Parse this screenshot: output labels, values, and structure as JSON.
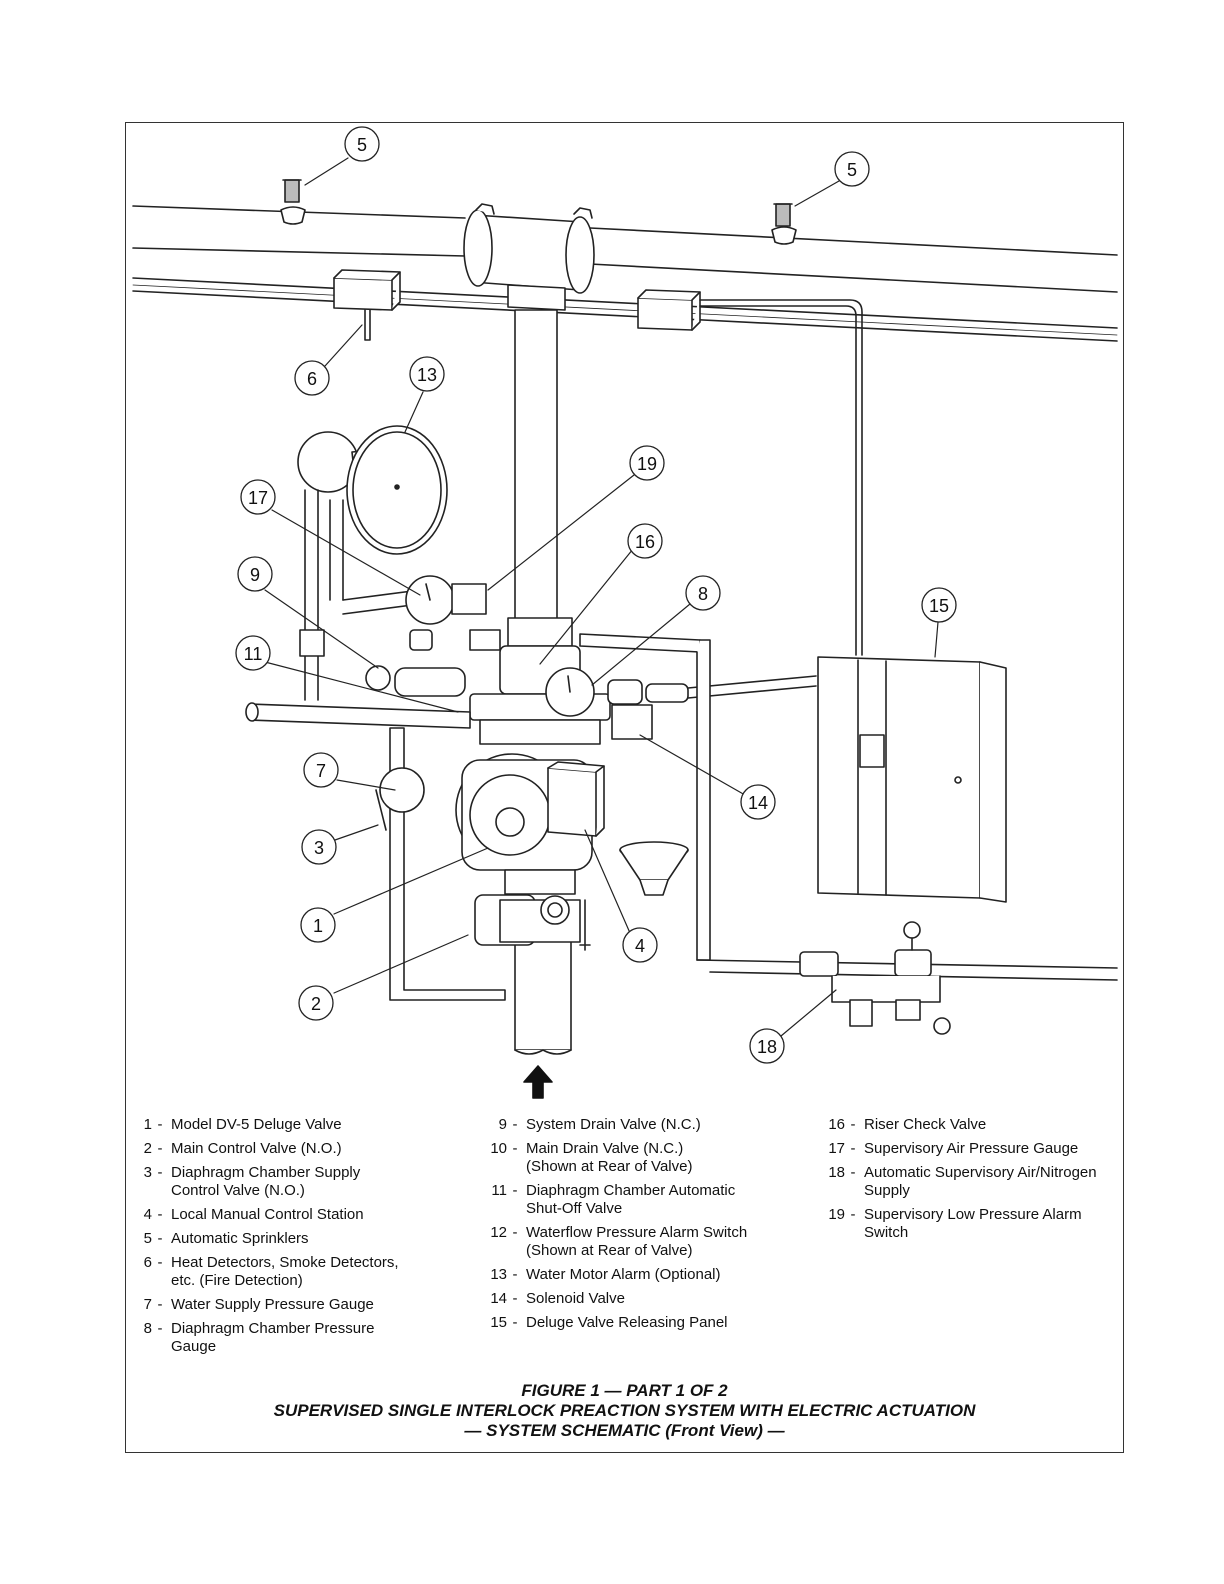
{
  "callouts": {
    "c5a": "5",
    "c5b": "5",
    "c6": "6",
    "c13": "13",
    "c19": "19",
    "c17": "17",
    "c16": "16",
    "c9": "9",
    "c8": "8",
    "c15": "15",
    "c11": "11",
    "c7": "7",
    "c14": "14",
    "c3": "3",
    "c1": "1",
    "c4": "4",
    "c2": "2",
    "c18": "18"
  },
  "legend": {
    "col1": [
      {
        "num": "1",
        "lines": [
          "Model DV-5 Deluge Valve"
        ]
      },
      {
        "num": "2",
        "lines": [
          "Main Control Valve (N.O.)"
        ]
      },
      {
        "num": "3",
        "lines": [
          "Diaphragm Chamber Supply",
          "Control Valve (N.O.)"
        ]
      },
      {
        "num": "4",
        "lines": [
          "Local Manual Control Station"
        ]
      },
      {
        "num": "5",
        "lines": [
          "Automatic Sprinklers"
        ]
      },
      {
        "num": "6",
        "lines": [
          "Heat Detectors, Smoke Detectors,",
          "etc. (Fire Detection)"
        ]
      },
      {
        "num": "7",
        "lines": [
          "Water Supply Pressure Gauge"
        ]
      },
      {
        "num": "8",
        "lines": [
          "Diaphragm Chamber Pressure",
          "Gauge"
        ]
      }
    ],
    "col2": [
      {
        "num": "9",
        "lines": [
          "System Drain Valve (N.C.)"
        ]
      },
      {
        "num": "10",
        "lines": [
          "Main Drain Valve (N.C.)",
          "(Shown at Rear of Valve)"
        ]
      },
      {
        "num": "11",
        "lines": [
          "Diaphragm Chamber Automatic",
          "Shut-Off Valve"
        ]
      },
      {
        "num": "12",
        "lines": [
          "Waterflow Pressure Alarm Switch",
          "(Shown at Rear of Valve)"
        ]
      },
      {
        "num": "13",
        "lines": [
          "Water Motor Alarm (Optional)"
        ]
      },
      {
        "num": "14",
        "lines": [
          "Solenoid Valve"
        ]
      },
      {
        "num": "15",
        "lines": [
          "Deluge Valve Releasing Panel"
        ]
      }
    ],
    "col3": [
      {
        "num": "16",
        "lines": [
          "Riser Check Valve"
        ]
      },
      {
        "num": "17",
        "lines": [
          "Supervisory Air Pressure Gauge"
        ]
      },
      {
        "num": "18",
        "lines": [
          "Automatic Supervisory Air/Nitrogen",
          "Supply"
        ]
      },
      {
        "num": "19",
        "lines": [
          "Supervisory Low Pressure Alarm",
          "Switch"
        ]
      }
    ]
  },
  "caption": {
    "line1": "FIGURE 1 — PART 1 OF 2",
    "line2": "SUPERVISED  SINGLE INTERLOCK PREACTION SYSTEM WITH ELECTRIC ACTUATION",
    "line3": "— SYSTEM SCHEMATIC (Front View) —"
  }
}
